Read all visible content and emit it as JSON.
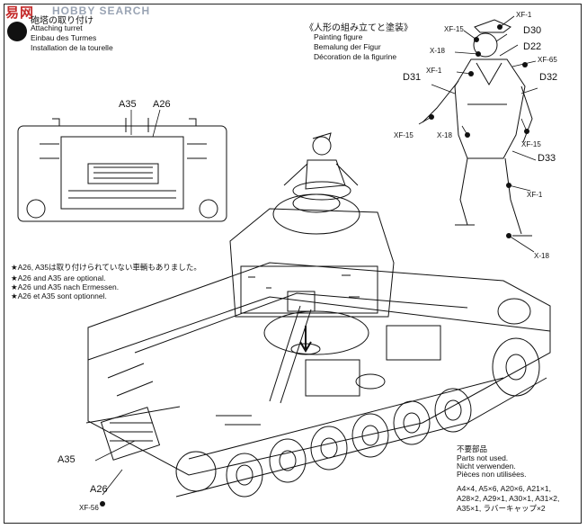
{
  "watermark": {
    "logo": "易网",
    "text": "HOBBY SEARCH"
  },
  "attaching_turret": {
    "jp": "砲塔の取り付け",
    "en": "Attaching turret",
    "de": "Einbau des Turmes",
    "fr": "Installation de la tourelle"
  },
  "figure": {
    "jp": "《人形の組み立てと塗装》",
    "en": "Painting figure",
    "de": "Bemalung der Figur",
    "fr": "Décoration de la figurine"
  },
  "optional_note": {
    "jp": "★A26, A35は取り付けられていない車輌もありました。",
    "en": "★A26 and A35 are optional.",
    "de": "★A26 und A35 nach Ermessen.",
    "fr": "★A26 et A35 sont optionnel."
  },
  "parts_not_used": {
    "jp": "不要部品",
    "en": "Parts not used.",
    "de": "Nicht verwenden.",
    "fr": "Pièces non utilisées.",
    "list": [
      "A4×4, A5×6, A20×6, A21×1,",
      "A28×2, A29×1, A30×1, A31×2,",
      "A35×1, ラバーキャップ×2"
    ]
  },
  "part_labels": {
    "a35_top": "A35",
    "a26_top": "A26",
    "a35_bottom": "A35",
    "a26_bottom": "A26",
    "xf56": "XF-56"
  },
  "figure_labels": {
    "xf1_a": "XF-1",
    "xf15_a": "XF-15",
    "d30": "D30",
    "d22": "D22",
    "x18_a": "X-18",
    "xf65": "XF-65",
    "xf1_b": "XF-1",
    "d31": "D31",
    "d32": "D32",
    "xf15_b": "XF-15",
    "x18_b": "X-18",
    "xf15_c": "XF-15",
    "d33": "D33",
    "xf1_c": "XF-1",
    "x18_c": "X-18"
  },
  "colors": {
    "ink": "#111111",
    "watermark_red": "#c42a2a",
    "watermark_grey": "#9aa4b4"
  }
}
